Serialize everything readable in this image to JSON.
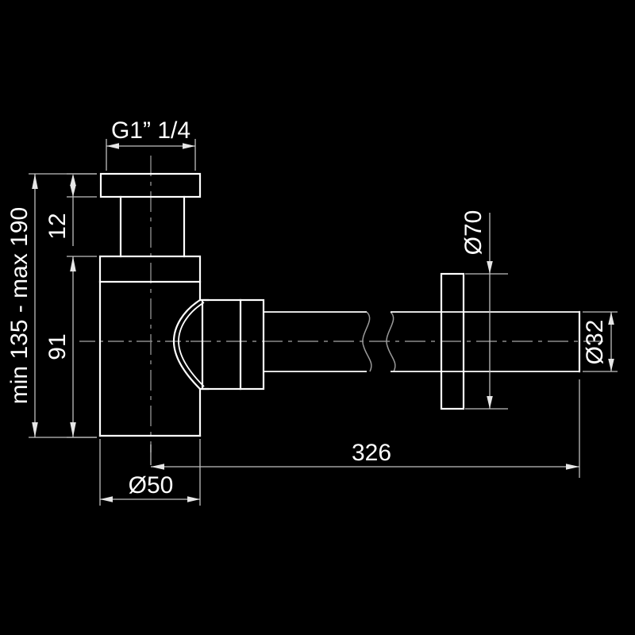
{
  "drawing": {
    "title": "Bottle trap technical drawing",
    "background_color": "#000000",
    "line_color": "#ffffff",
    "dimension_color": "#bfbfbf",
    "centerline_color": "#8a8a8a",
    "dimensions": {
      "thread_top": "G1” 1/4",
      "height_range": "min 135 - max 190",
      "flange_thickness": "12",
      "body_height": "91",
      "body_diameter": "Ø50",
      "outlet_length": "326",
      "wall_flange_diameter": "Ø70",
      "outlet_pipe_diameter": "Ø32"
    }
  }
}
